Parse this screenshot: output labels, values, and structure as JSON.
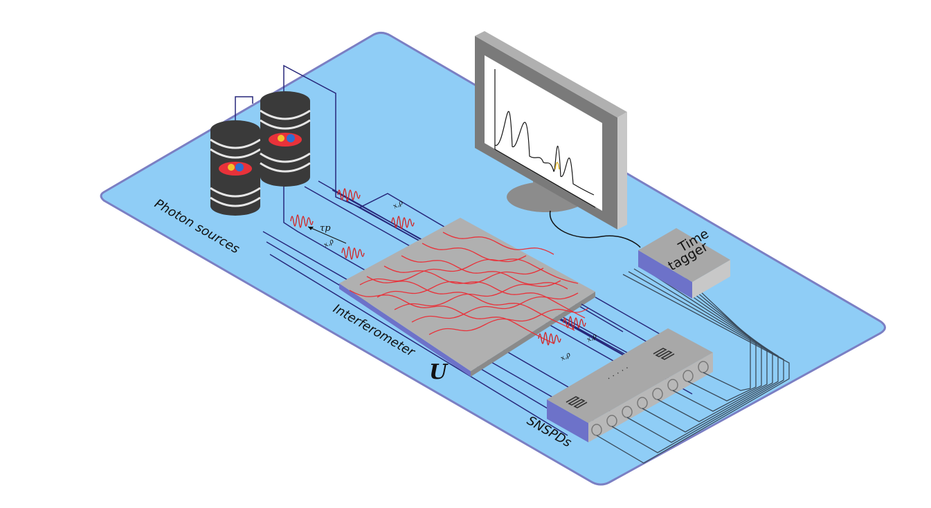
{
  "labels": {
    "sources": "Photon sources",
    "interferometer": "Interferometer",
    "unitary": "U",
    "detectors": "SNSPDs",
    "tagger_line1": "Time",
    "tagger_line2": "tagger",
    "tau_p": "τp",
    "dots": "· · · · ·"
  },
  "colors": {
    "table": "#8fcdf6",
    "table_edge": "#7b7fc3",
    "chip": "#b0b0b0",
    "chip_side": "#6d72c9",
    "waveguide": "#e8323a",
    "fiber": "#27277a",
    "pulse": "#d02a2a",
    "cable": "#3a4a5a"
  },
  "icons": [
    "dewar-icon",
    "monitor-icon",
    "time-tagger-box",
    "snspd-box",
    "wavepacket-icon"
  ]
}
